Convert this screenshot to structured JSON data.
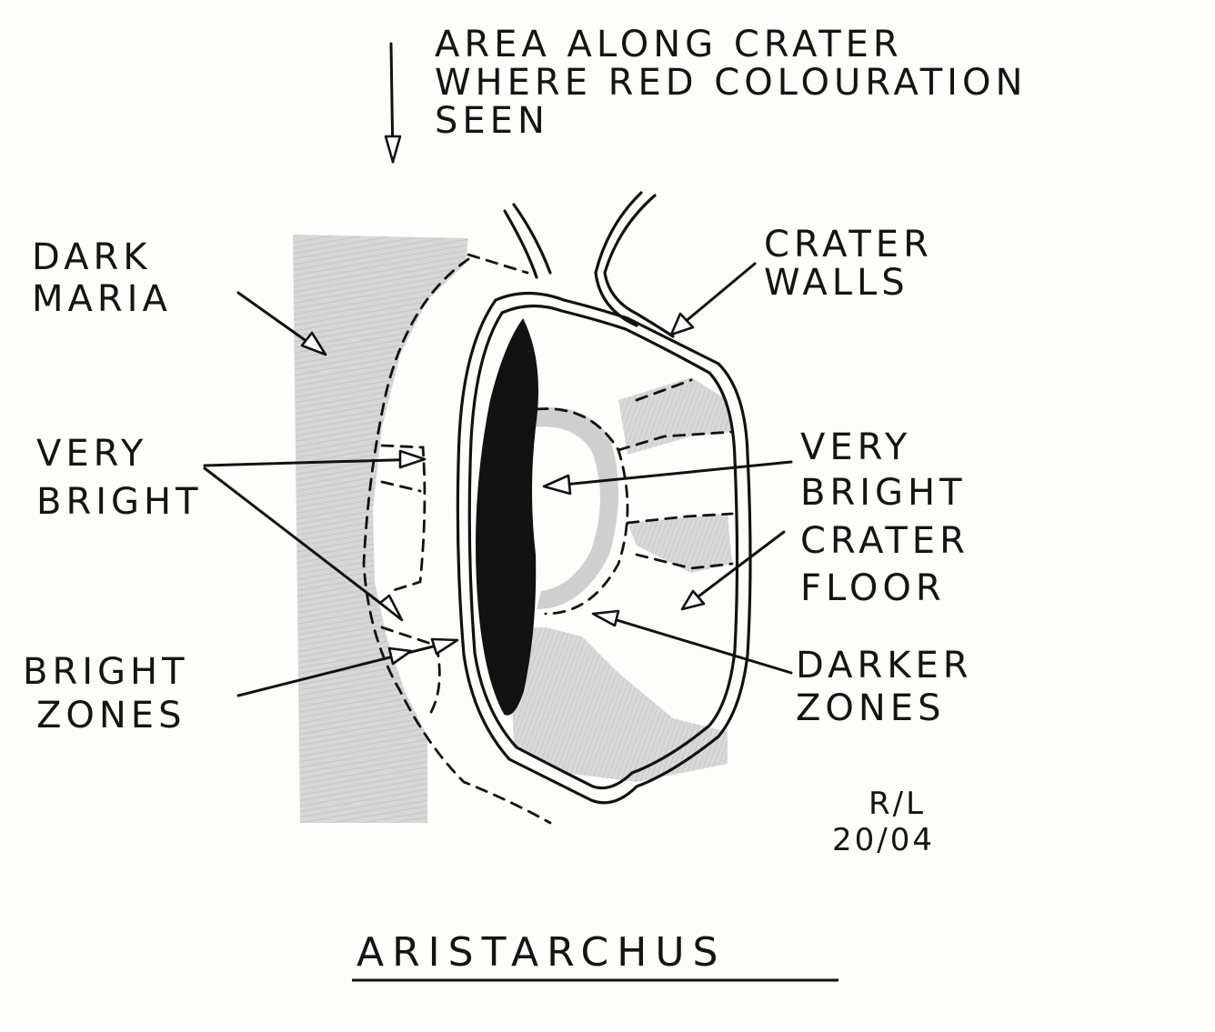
{
  "labels": {
    "red_area_line1": "AREA ALONG CRATER",
    "red_area_line2": "WHERE RED COLOURATION",
    "red_area_line3": "SEEN",
    "dark_maria_line1": "DARK",
    "dark_maria_line2": "MARIA",
    "crater_walls_line1": "CRATER",
    "crater_walls_line2": "WALLS",
    "very_bright_left_line1": "VERY",
    "very_bright_left_line2": "BRIGHT",
    "very_bright_right_line1": "VERY",
    "very_bright_right_line2": "BRIGHT",
    "crater_floor_line1": "CRATER",
    "crater_floor_line2": "FLOOR",
    "bright_zones_line1": "BRIGHT",
    "bright_zones_line2": "ZONES",
    "darker_zones_line1": "DARKER",
    "darker_zones_line2": "ZONES",
    "signature_line1": "R/L",
    "signature_line2": "20/04",
    "title": "ARISTARCHUS"
  },
  "colors": {
    "ink": "#111111",
    "paper": "#fdfdfc",
    "maria_shade": "#c9c9c9",
    "floor_shade": "#d4d4d4",
    "dark_shadow": "#121212"
  }
}
